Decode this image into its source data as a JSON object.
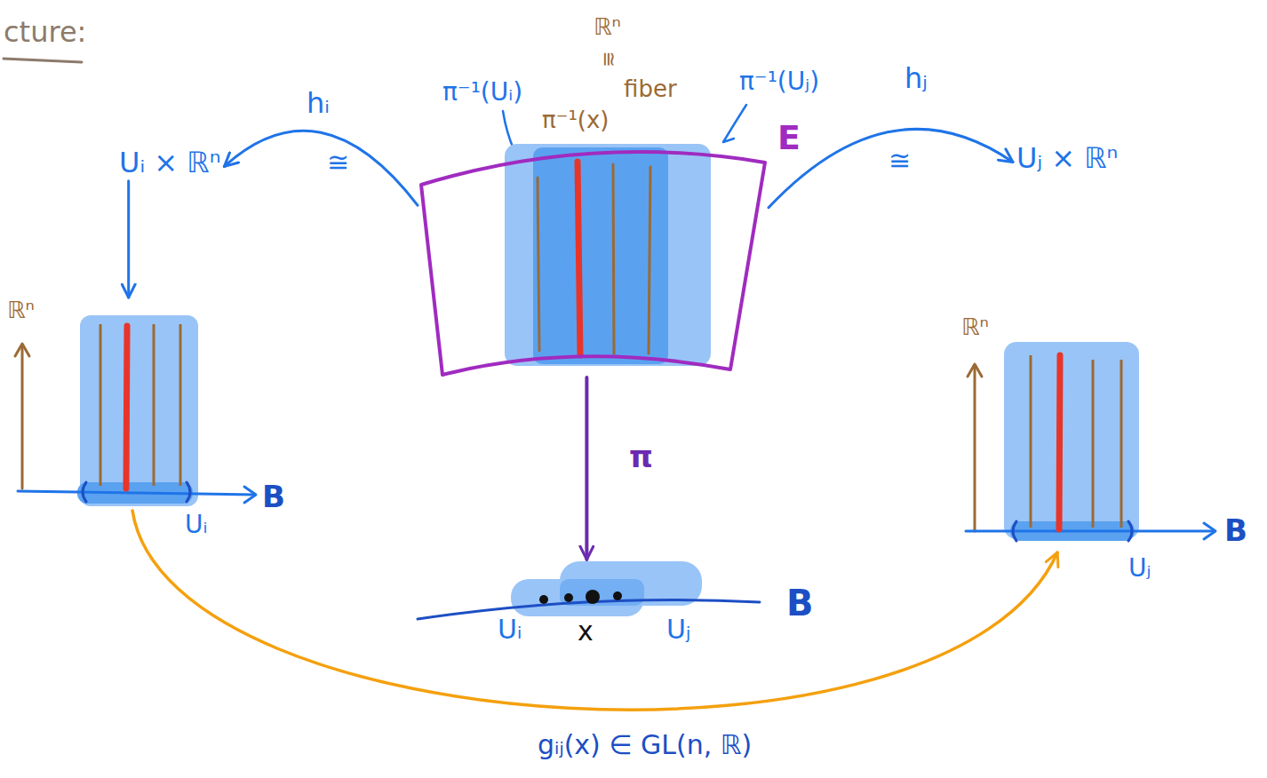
{
  "diagram": {
    "title": "cture:",
    "nodes": [
      {
        "text": [
          "Uᵢ × ℝⁿ"
        ]
      },
      {
        "text": [
          "E"
        ]
      },
      {
        "text": [
          "Uⱼ × ℝⁿ"
        ]
      },
      {
        "text": [
          "ℝⁿ",
          "B",
          "Uᵢ"
        ]
      },
      {
        "text": [
          "ℝⁿ",
          "B",
          "Uⱼ"
        ]
      },
      {
        "text": [
          "B",
          "Uᵢ",
          "x",
          "Uⱼ"
        ]
      }
    ],
    "edges": [
      {
        "from": 1,
        "to": 0,
        "arrow": "to",
        "label": "hᵢ"
      },
      {
        "from": 1,
        "to": 2,
        "arrow": "to",
        "label": "hⱼ"
      },
      {
        "from": 0,
        "to": 3,
        "arrow": "to"
      },
      {
        "from": 1,
        "to": 5,
        "arrow": "to",
        "label": "π"
      },
      {
        "from": 3,
        "to": 4,
        "arrow": "to",
        "label": "gᵢⱼ(x) ∈ GL(n, ℝ)"
      }
    ],
    "labels": [
      "π⁻¹(Uᵢ)",
      "ℝⁿ",
      "≅",
      "π⁻¹(x)",
      "fiber",
      "π⁻¹(Uⱼ)",
      "≅",
      "≅"
    ]
  }
}
